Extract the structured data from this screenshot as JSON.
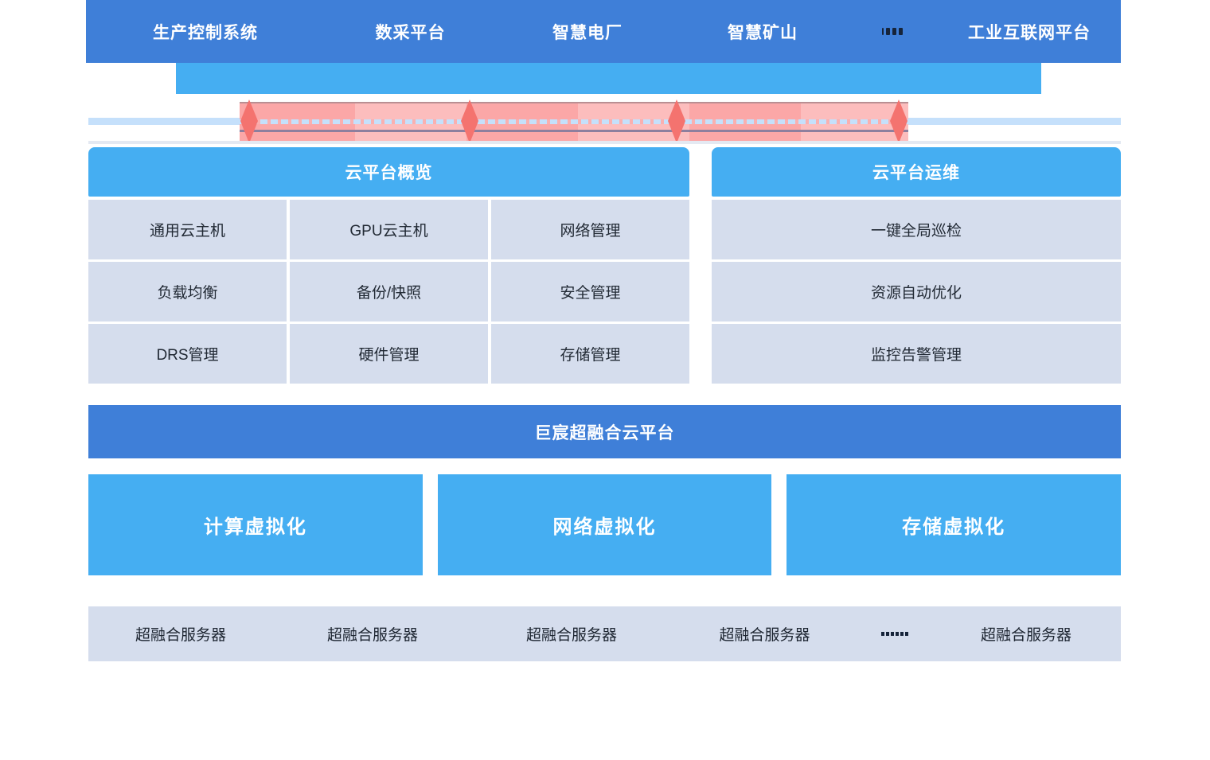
{
  "colors": {
    "brand_dark_blue": "#3f7fd8",
    "brand_light_blue": "#45aef2",
    "cell_background": "#d5dded",
    "rail_light_blue": "#c5e0fb",
    "band_pink_dark": "#fba7a7",
    "band_pink_pale": "#fcbdbd",
    "arrow_red": "#f4736f",
    "text_dark": "#222a35",
    "text_white": "#ffffff"
  },
  "header": {
    "items": [
      {
        "label": "生产控制系统"
      },
      {
        "label": "数采平台"
      },
      {
        "label": "智慧电厂"
      },
      {
        "label": "智慧矿山"
      },
      {
        "label": "工业互联网平台"
      }
    ],
    "ellipsis": "····"
  },
  "exchange_band": {
    "segment_count": 6,
    "arrow_count": 4,
    "arrow_type": "double-headed-vertical",
    "dashed_line": true
  },
  "panels": [
    {
      "id": "overview",
      "title": "云平台概览",
      "columns": 3,
      "cells": [
        "通用云主机",
        "GPU云主机",
        "网络管理",
        "负载均衡",
        "备份/快照",
        "安全管理",
        "DRS管理",
        "硬件管理",
        "存储管理"
      ]
    },
    {
      "id": "ops",
      "title": "云平台运维",
      "columns": 1,
      "cells": [
        "一键全局巡检",
        "资源自动优化",
        "监控告警管理"
      ]
    }
  ],
  "platform_banner": {
    "title": "巨宸超融合云平台"
  },
  "virtualization": {
    "cards": [
      {
        "label": "计算虚拟化"
      },
      {
        "label": "网络虚拟化"
      },
      {
        "label": "存储虚拟化"
      }
    ]
  },
  "servers": {
    "items": [
      {
        "label": "超融合服务器"
      },
      {
        "label": "超融合服务器"
      },
      {
        "label": "超融合服务器"
      },
      {
        "label": "超融合服务器"
      },
      {
        "label": "超融合服务器"
      }
    ],
    "ellipsis": "······"
  }
}
